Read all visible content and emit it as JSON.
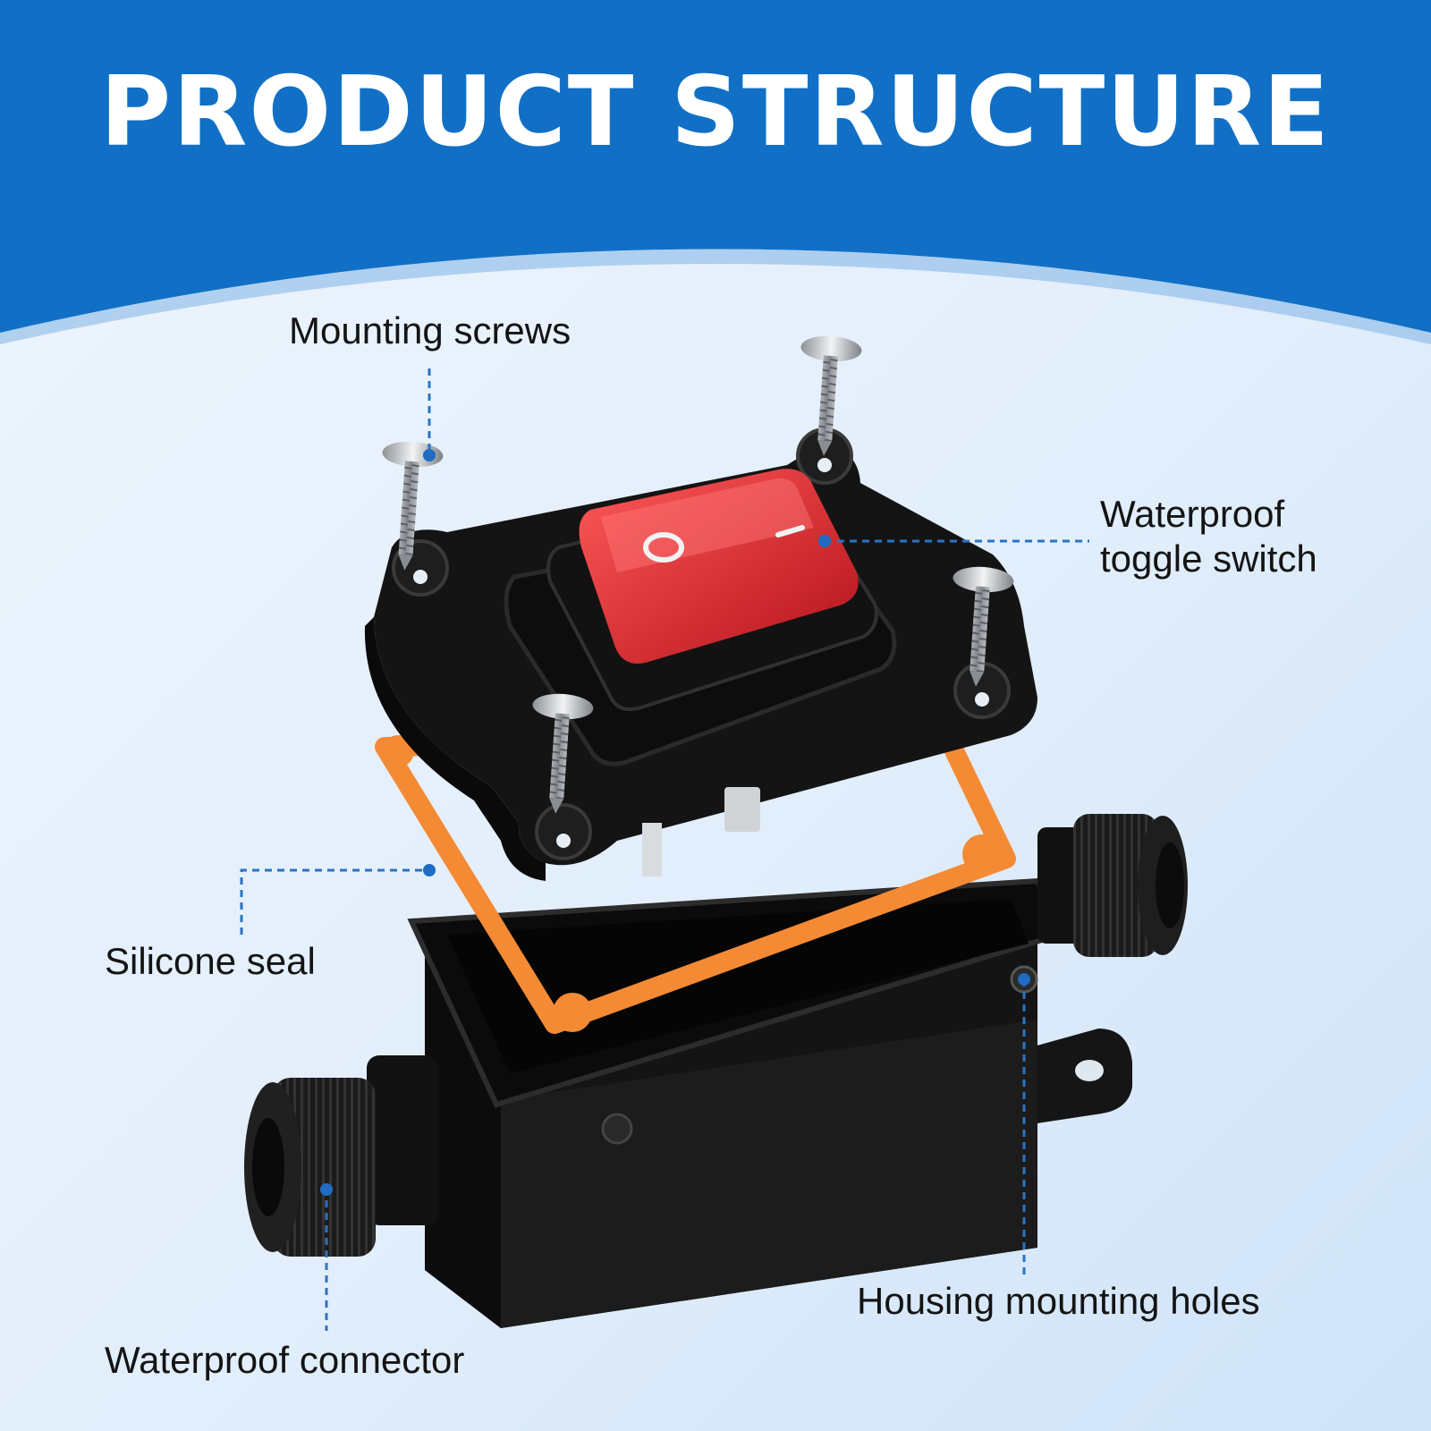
{
  "title": "PRODUCT STRUCTURE",
  "colors": {
    "header_blue": "#1170c5",
    "background": "#e6f1fc",
    "leader_line": "#2b74c0",
    "switch_red": "#d21f25",
    "housing_black": "#131313",
    "seal_orange": "#f58a35",
    "screw_silver": "#c9ccd0"
  },
  "callouts": {
    "mounting_screws": "Mounting screws",
    "toggle_switch": {
      "line1": "Waterproof",
      "line2": "toggle switch"
    },
    "silicone_seal": "Silicone seal",
    "housing_holes": "Housing mounting holes",
    "connector": "Waterproof connector"
  },
  "icons": {
    "switch_on_symbol": "circle-o-icon",
    "switch_off_symbol": "line-i-icon"
  }
}
